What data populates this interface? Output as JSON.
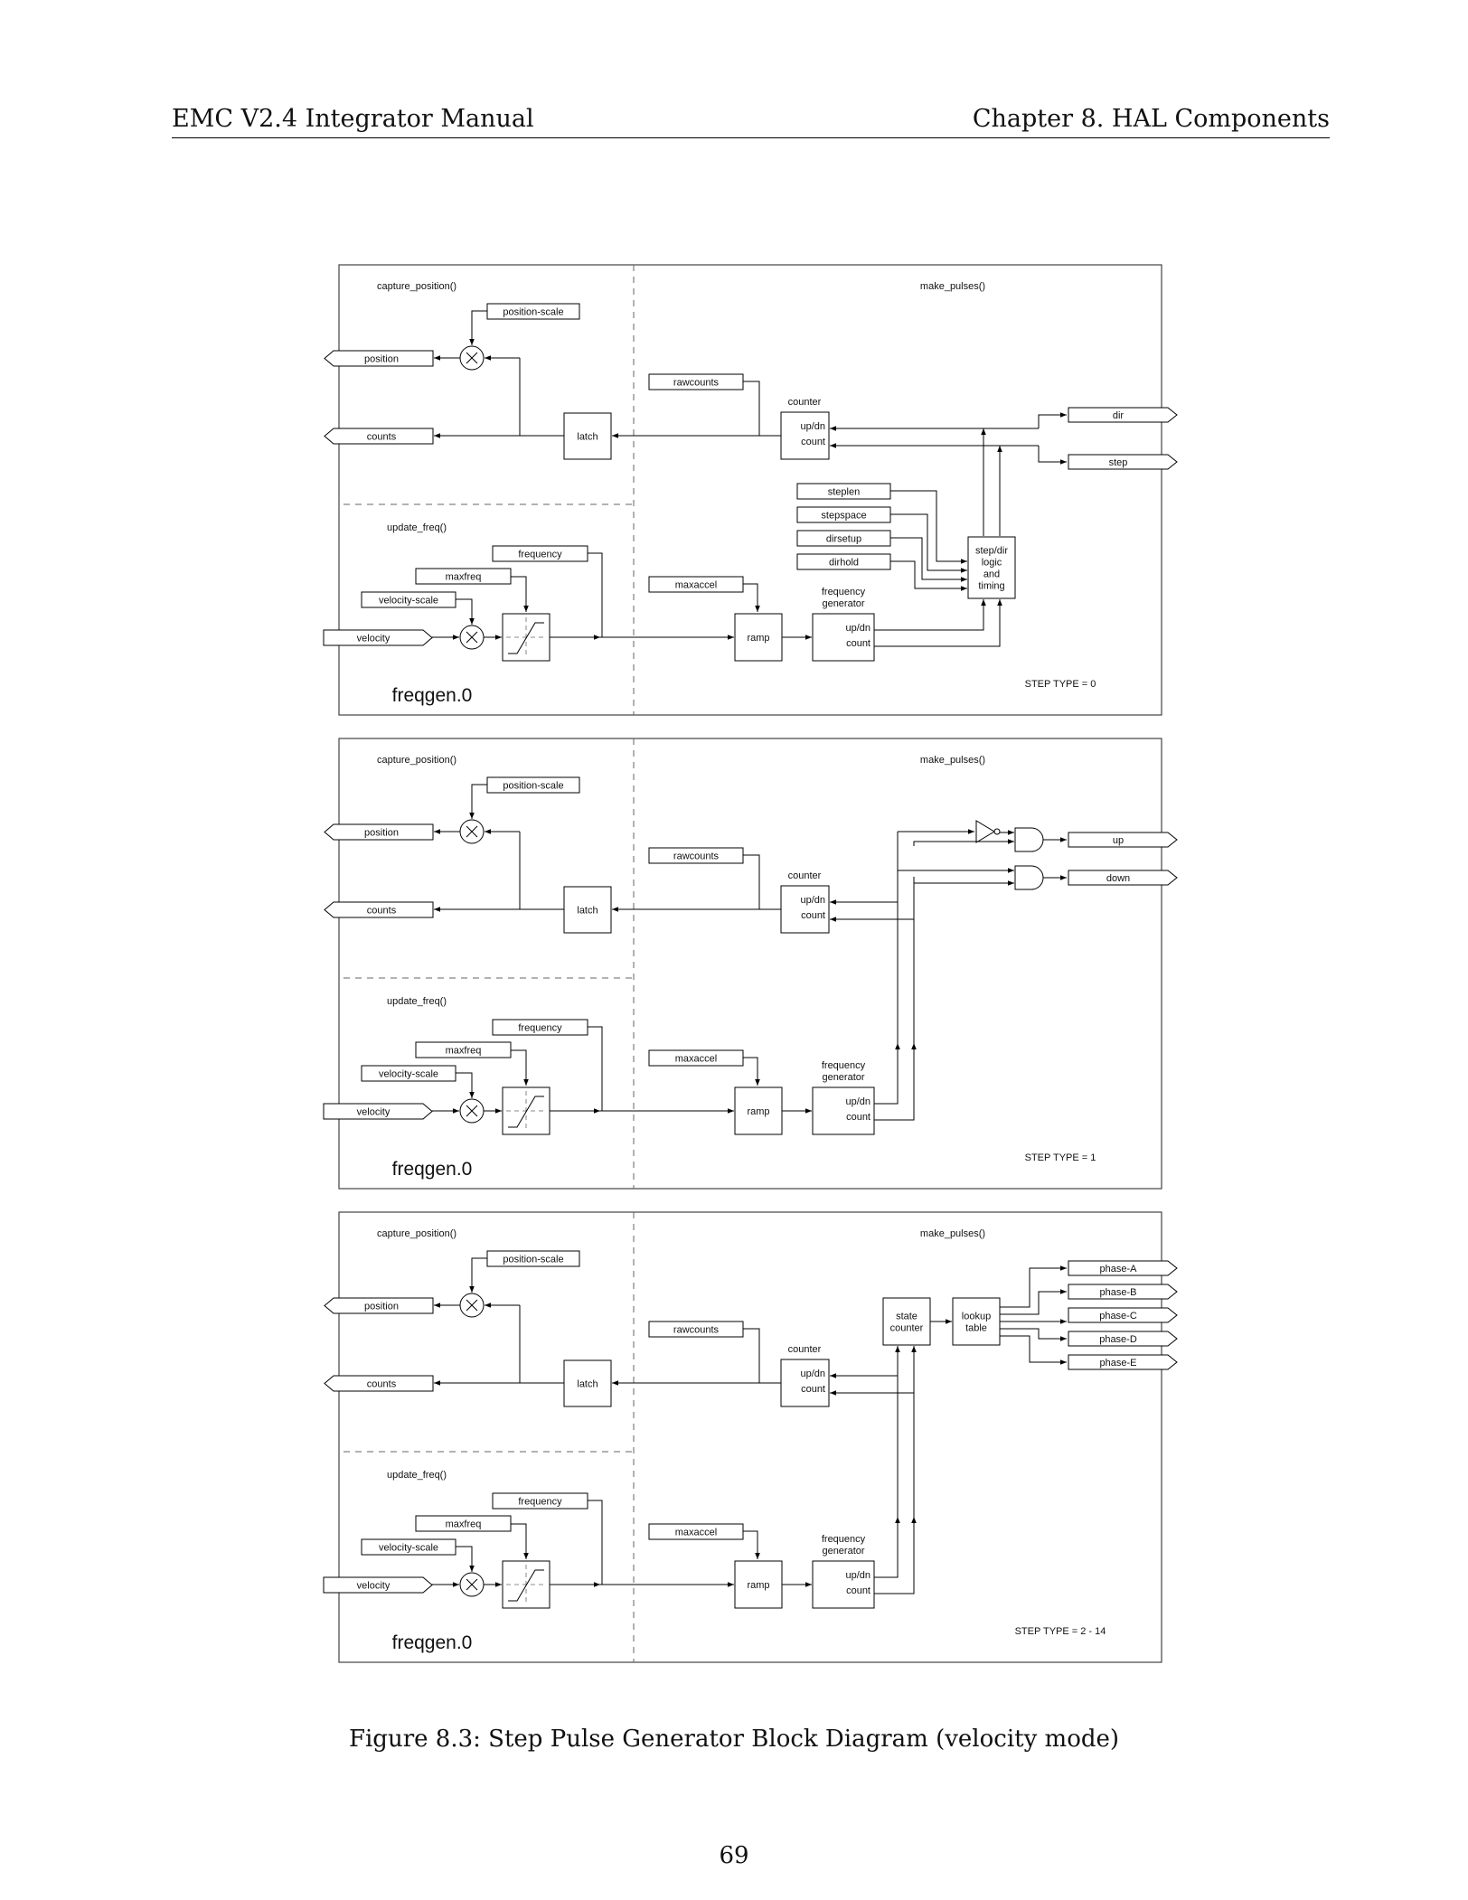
{
  "header": {
    "left": "EMC V2.4 Integrator Manual",
    "right": "Chapter 8. HAL Components"
  },
  "figure": {
    "caption": "Figure 8.3: Step Pulse Generator Block Diagram (velocity mode)"
  },
  "page_number": "69",
  "common": {
    "capture_position": "capture_position()",
    "make_pulses": "make_pulses()",
    "update_freq": "update_freq()",
    "position_scale": "position-scale",
    "position": "position",
    "counts": "counts",
    "latch": "latch",
    "rawcounts": "rawcounts",
    "counter": "counter",
    "up_dn": "up/dn",
    "count": "count",
    "frequency": "frequency",
    "maxfreq": "maxfreq",
    "velocity_scale": "velocity-scale",
    "velocity": "velocity",
    "maxaccel": "maxaccel",
    "ramp": "ramp",
    "freq_gen_line1": "frequency",
    "freq_gen_line2": "generator",
    "component_name": "freqgen.0"
  },
  "panels": [
    {
      "step_type": "STEP TYPE = 0",
      "outputs": [
        "dir",
        "step"
      ],
      "params": [
        "steplen",
        "stepspace",
        "dirsetup",
        "dirhold"
      ],
      "logic_lines": [
        "step/dir",
        "logic",
        "and",
        "timing"
      ]
    },
    {
      "step_type": "STEP TYPE = 1",
      "outputs": [
        "up",
        "down"
      ]
    },
    {
      "step_type": "STEP TYPE = 2 - 14",
      "outputs": [
        "phase-A",
        "phase-B",
        "phase-C",
        "phase-D",
        "phase-E"
      ],
      "state_counter": [
        "state",
        "counter"
      ],
      "lookup_table": [
        "lookup",
        "table"
      ]
    }
  ]
}
